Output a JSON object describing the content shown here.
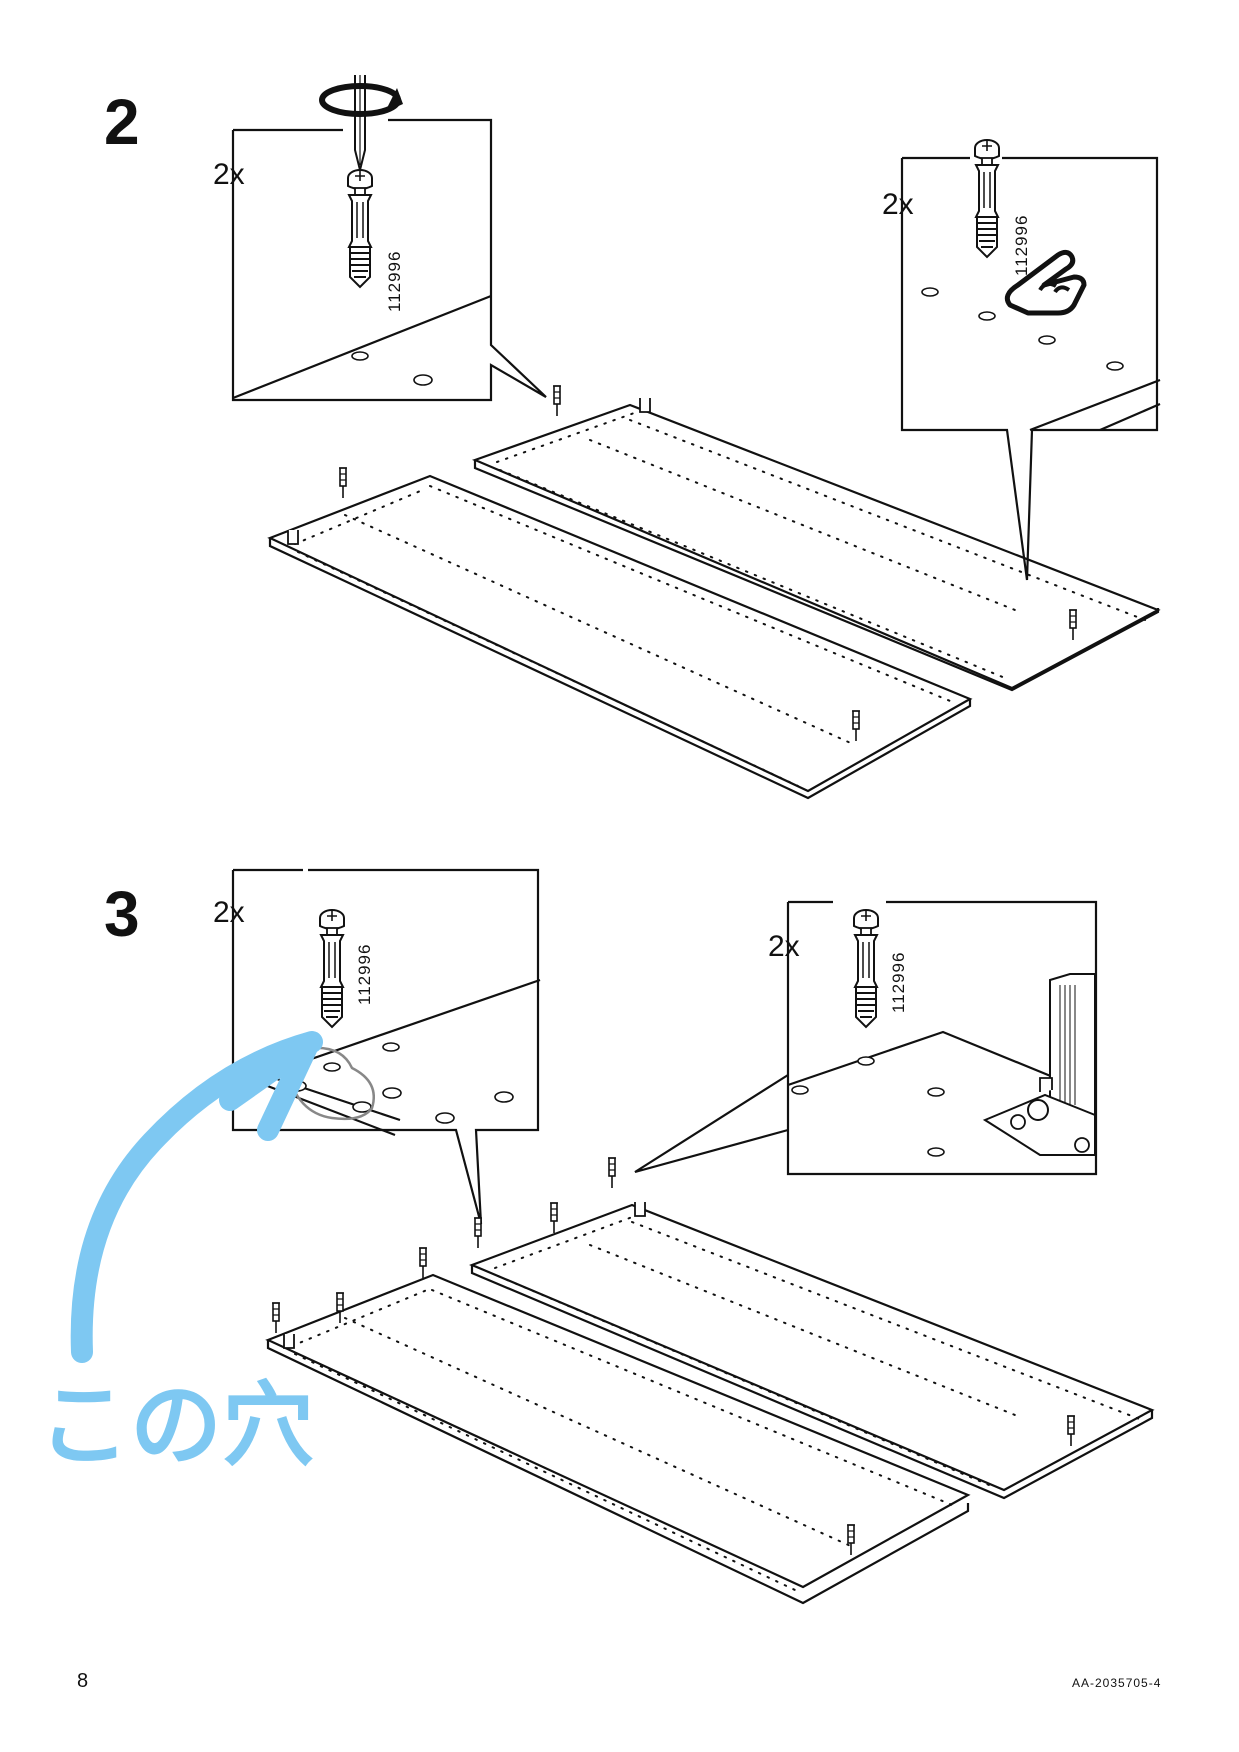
{
  "steps": [
    {
      "number": "2",
      "callouts": [
        {
          "qty": "2x",
          "part": "112996"
        },
        {
          "qty": "2x",
          "part": "112996"
        }
      ]
    },
    {
      "number": "3",
      "callouts": [
        {
          "qty": "2x",
          "part": "112996"
        },
        {
          "qty": "2x",
          "part": "112996"
        }
      ]
    }
  ],
  "annotation": {
    "text": "この穴",
    "color": "#7ec8f2"
  },
  "footer": {
    "page_number": "8",
    "document_id": "AA-2035705-4"
  },
  "icons": [
    "screwdriver-icon",
    "rotate-arrow-icon",
    "cam-screw-icon",
    "finger-press-icon",
    "hand-drawn-arrow"
  ]
}
